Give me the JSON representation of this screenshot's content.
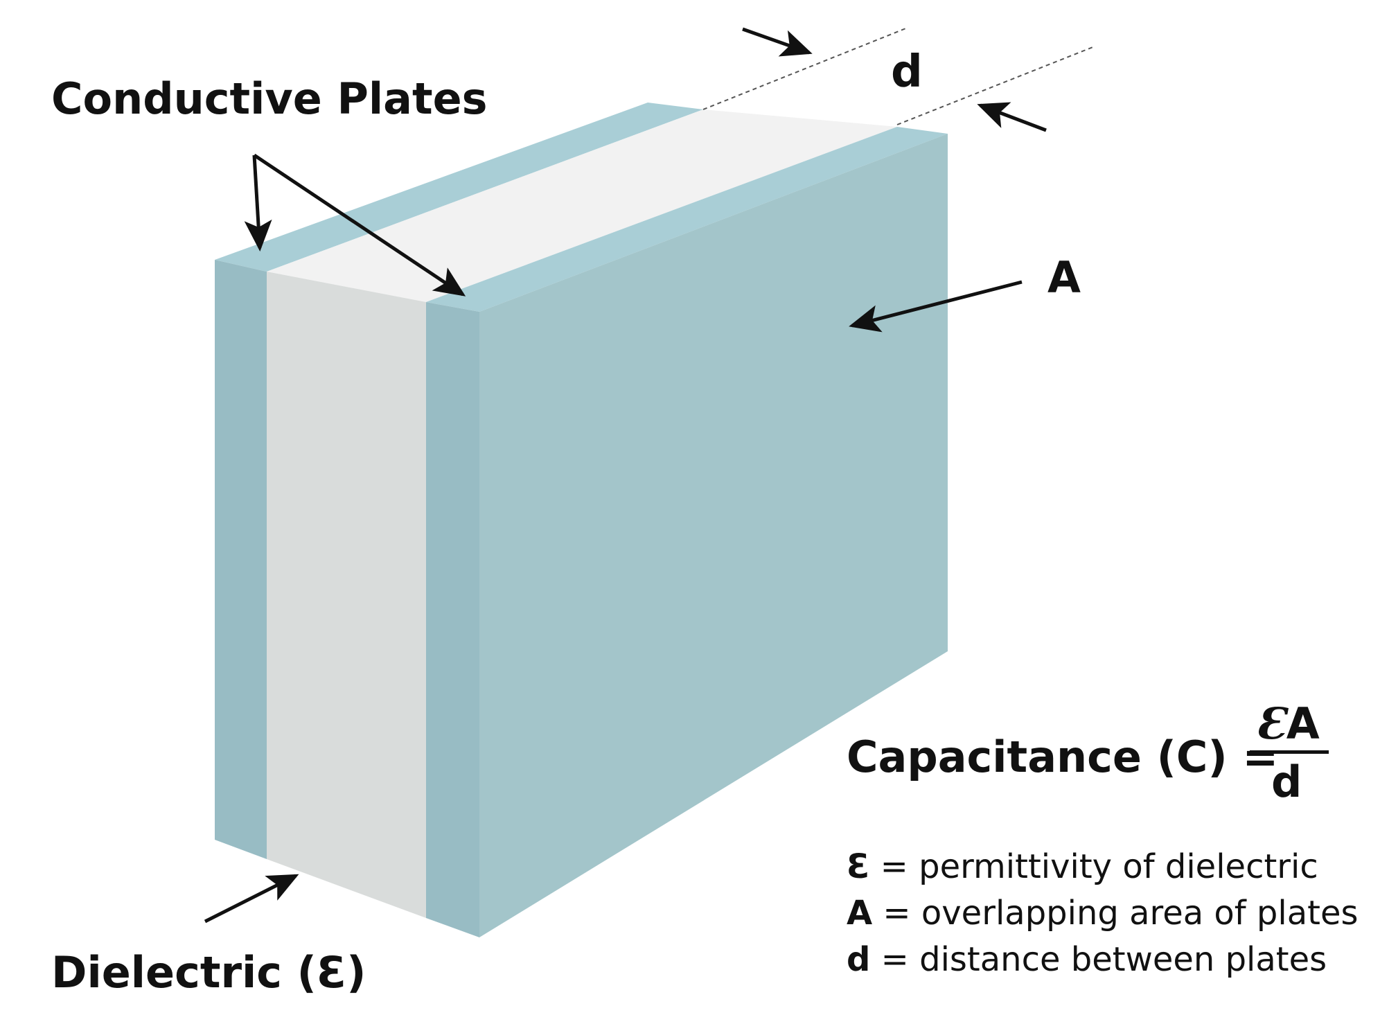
{
  "labels": {
    "conductive_plates": "Conductive Plates",
    "dielectric": "Dielectric (Ɛ)",
    "d": "d",
    "a": "A"
  },
  "formula": {
    "lhs": "Capacitance (C) =",
    "numerator_symbol": "Ɛ",
    "numerator_area": "A",
    "denominator": "d"
  },
  "legend": [
    {
      "symbol": "Ɛ",
      "text": "= permittivity of dielectric"
    },
    {
      "symbol": "A",
      "text": "= overlapping area of plates"
    },
    {
      "symbol": "d",
      "text": "= distance between plates"
    }
  ],
  "colors": {
    "plate_front": "#98bcc4",
    "plate_top": "#a9ced6",
    "plate_side": "#a3c5ca",
    "dielectric_front": "#d9dcdb",
    "dielectric_top": "#f2f2f2",
    "ink": "#111111"
  }
}
